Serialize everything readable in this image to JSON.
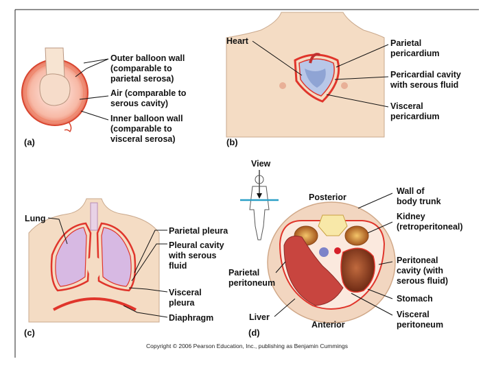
{
  "panel_a": {
    "tag": "(a)",
    "outer_wall": [
      "Outer balloon wall",
      "(comparable to",
      "parietal serosa)"
    ],
    "air": [
      "Air (comparable to",
      "serous cavity)"
    ],
    "inner_wall": [
      "Inner balloon wall",
      "(comparable to",
      "visceral serosa)"
    ]
  },
  "panel_b": {
    "tag": "(b)",
    "heart": "Heart",
    "parietal": [
      "Parietal",
      "pericardium"
    ],
    "cavity": [
      "Pericardial cavity",
      "with serous fluid"
    ],
    "visceral": [
      "Visceral",
      "pericardium"
    ]
  },
  "panel_c": {
    "tag": "(c)",
    "lung": "Lung",
    "parietal": "Parietal pleura",
    "cavity": [
      "Pleural cavity",
      "with serous",
      "fluid"
    ],
    "visceral": [
      "Visceral",
      "pleura"
    ],
    "diaphragm": "Diaphragm"
  },
  "panel_d": {
    "tag": "(d)",
    "view": "View",
    "posterior": "Posterior",
    "anterior": "Anterior",
    "wall": [
      "Wall of",
      "body trunk"
    ],
    "kidney": [
      "Kidney",
      "(retroperitoneal)"
    ],
    "parietal": [
      "Parietal",
      "peritoneum"
    ],
    "peritoneal_cavity": [
      "Peritoneal",
      "cavity (with",
      "serous fluid)"
    ],
    "stomach": "Stomach",
    "liver": "Liver",
    "visceral": [
      "Visceral",
      "peritoneum"
    ]
  },
  "copyright": "Copyright © 2006 Pearson Education, Inc., publishing as Benjamin Cummings",
  "colors": {
    "serosa_red": "#e0352b",
    "skin": "#f4dcc4",
    "lung": "#d7b9e3",
    "liver": "#c8453f",
    "stomach": "#8b3a1f"
  }
}
